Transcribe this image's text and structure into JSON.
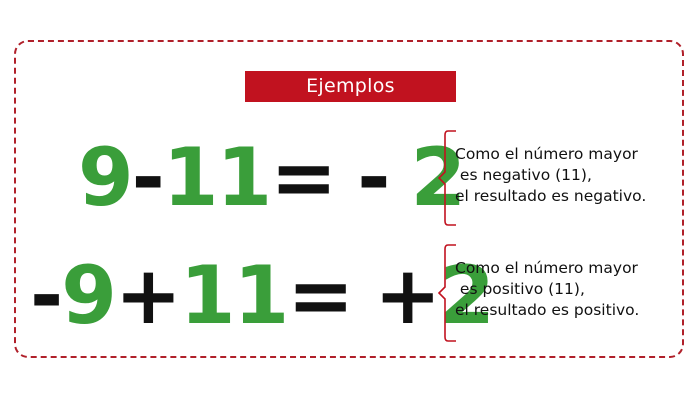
{
  "title": "Ejemplos",
  "colors": {
    "frame": "#b0202a",
    "title_bg": "#c1121f",
    "title_text": "#ffffff",
    "green": "#3a9e3a",
    "black": "#111111"
  },
  "examples": [
    {
      "tokens": [
        "9",
        "-",
        "11",
        "=",
        "-",
        "2"
      ],
      "explanation": [
        "Como el número mayor",
        " es negativo (11),",
        "el resultado es negativo."
      ]
    },
    {
      "tokens": [
        "-",
        "9",
        "+",
        "11",
        "=",
        "+",
        "2"
      ],
      "explanation": [
        "Como el número mayor",
        " es positivo (11),",
        "el resultado es positivo."
      ]
    }
  ]
}
